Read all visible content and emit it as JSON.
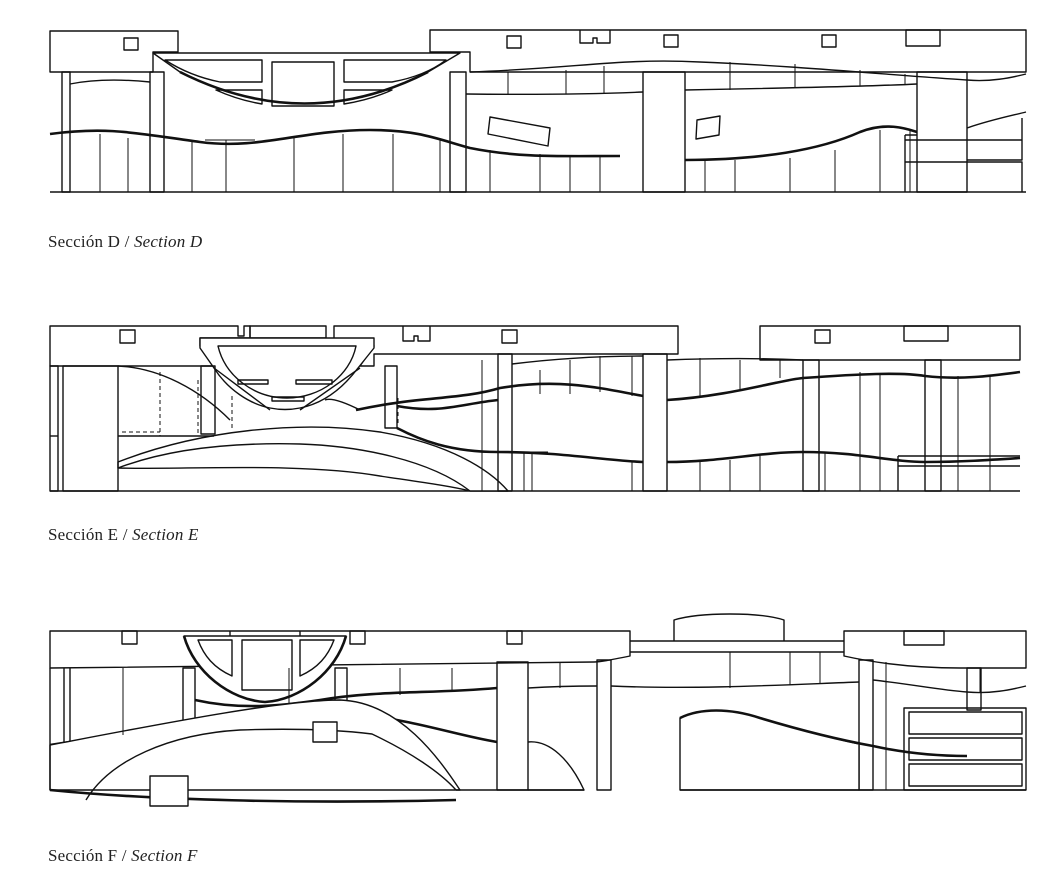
{
  "sections": [
    {
      "id": "D",
      "caption_es": "Sección D /",
      "caption_en": "Section D"
    },
    {
      "id": "E",
      "caption_es": "Sección E /",
      "caption_en": "Section E"
    },
    {
      "id": "F",
      "caption_es": "Sección F /",
      "caption_en": "Section F"
    }
  ]
}
